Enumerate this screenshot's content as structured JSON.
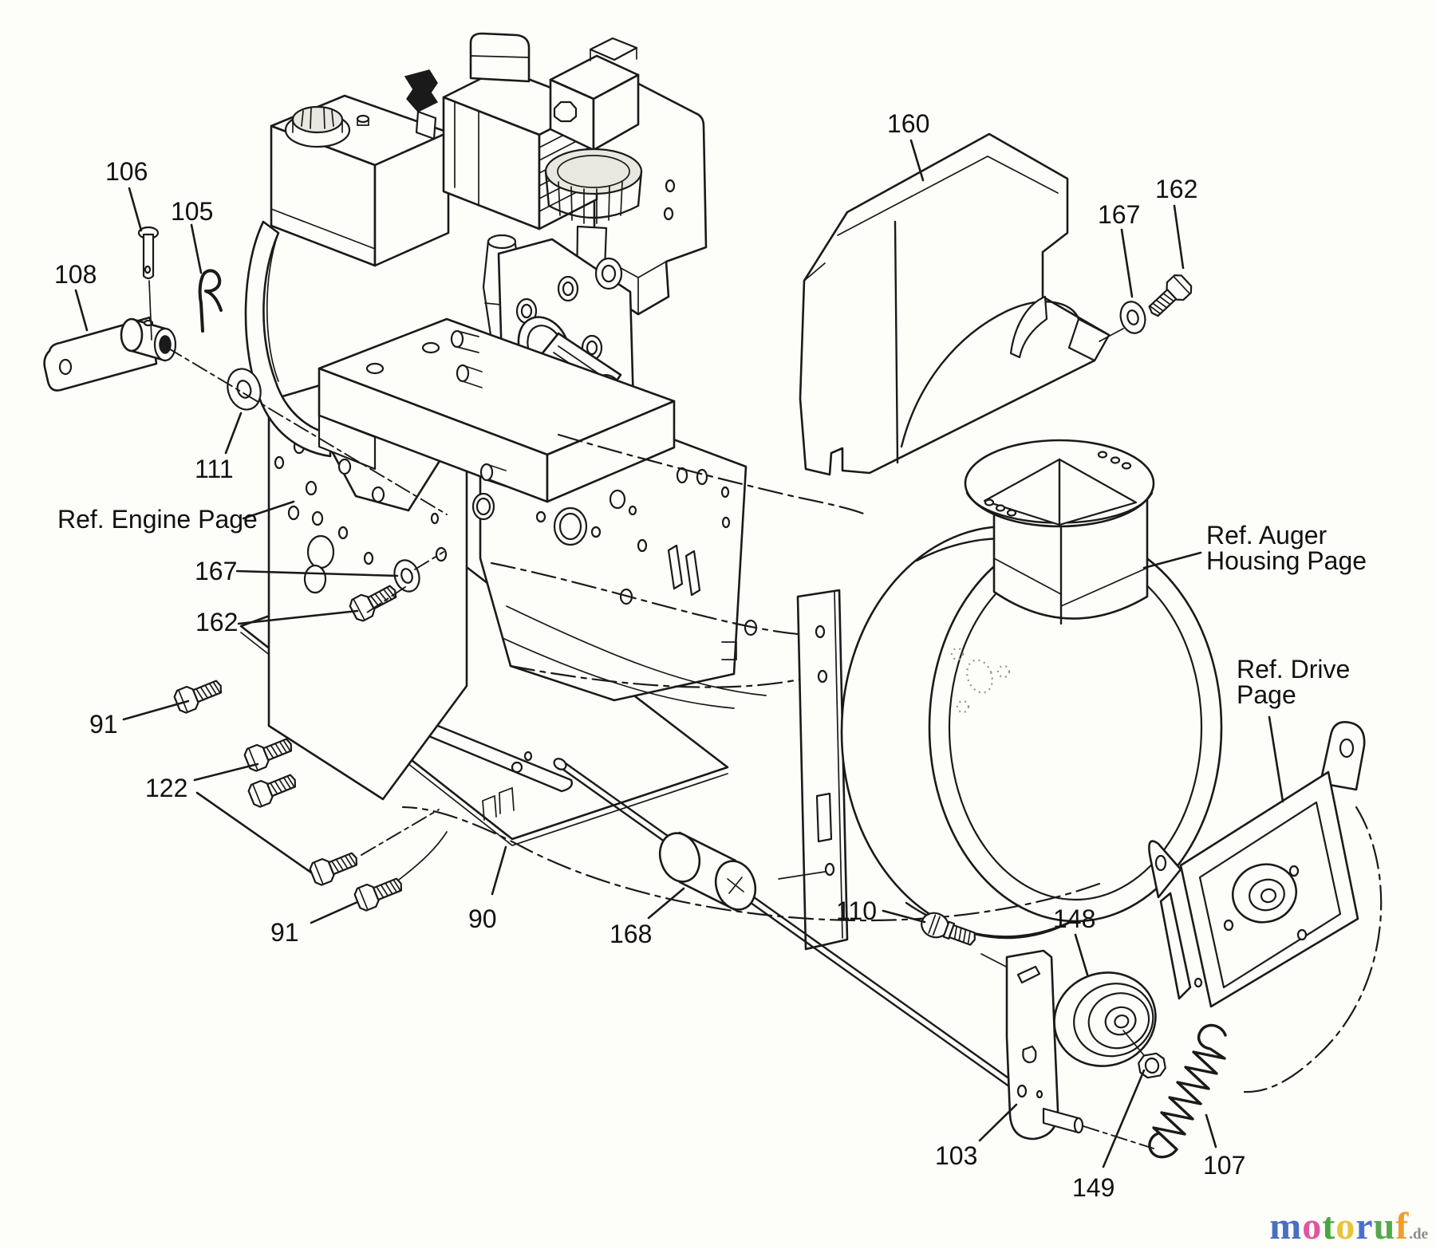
{
  "diagram": {
    "background_color": "#fdfdfa",
    "line_color": "#1a1a1a",
    "label_color": "#111111",
    "labels": {
      "p106": "106",
      "p105": "105",
      "p108": "108",
      "p111": "111",
      "ref_engine": "Ref. Engine Page",
      "p167_left": "167",
      "p162_left": "162",
      "p91_top": "91",
      "p122": "122",
      "p91_bottom": "91",
      "p90": "90",
      "p168": "168",
      "p110": "110",
      "p148": "148",
      "p103": "103",
      "p149": "149",
      "p107": "107",
      "p160": "160",
      "p167_right": "167",
      "p162_right": "162",
      "ref_auger_1": "Ref. Auger",
      "ref_auger_2": "Housing Page",
      "ref_drive_1": "Ref. Drive",
      "ref_drive_2": "Page"
    },
    "watermark": {
      "text": "motoruf",
      "suffix": ".de",
      "suffix_color": "#8b8b8b",
      "letters": [
        {
          "ch": "m",
          "color": "#4a6fbe"
        },
        {
          "ch": "o",
          "color": "#e0559e"
        },
        {
          "ch": "t",
          "color": "#4ba53e"
        },
        {
          "ch": "o",
          "color": "#e9c43b"
        },
        {
          "ch": "r",
          "color": "#4a6fce"
        },
        {
          "ch": "u",
          "color": "#55a74b"
        },
        {
          "ch": "f",
          "color": "#ef9d2e"
        }
      ]
    }
  }
}
